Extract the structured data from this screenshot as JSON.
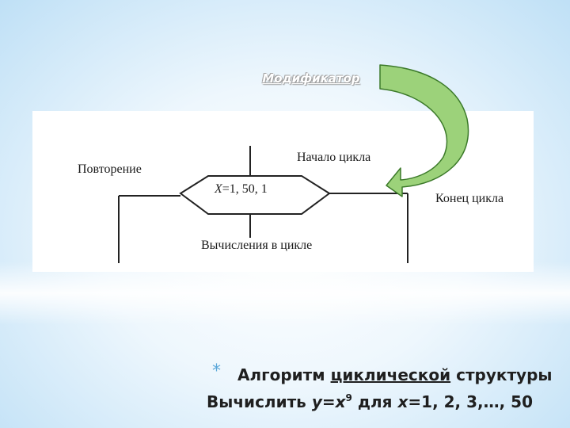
{
  "modifier_label": "Модификатор",
  "diagram": {
    "repeat_label": "Повторение",
    "loop_start_label": "Начало цикла",
    "loop_end_label": "Конец цикла",
    "loop_body_label": "Вычисления в цикле",
    "condition": {
      "var": "X",
      "rest": "=1, 50, 1"
    }
  },
  "caption": {
    "bullet": "*",
    "title_word1": "Алгоритм",
    "title_word2": "циклической",
    "title_word3": "структуры",
    "task_prefix": "Вычислить",
    "task_y": "y",
    "task_eq": "=",
    "task_x": "x",
    "task_power": "9",
    "task_for": "для",
    "task_x2": "x",
    "task_range": "=1,  2,  3,…, 50"
  },
  "colors": {
    "arrow_fill": "#9cd27a",
    "arrow_stroke": "#3c7a2a",
    "bullet": "#5aa7d9"
  }
}
